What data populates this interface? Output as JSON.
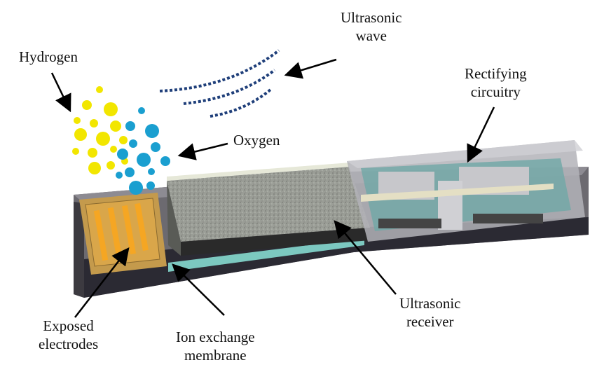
{
  "labels": {
    "hydrogen": "Hydrogen",
    "ultrasonic_wave_1": "Ultrasonic",
    "ultrasonic_wave_2": "wave",
    "rectifying_1": "Rectifying",
    "rectifying_2": "circuitry",
    "oxygen": "Oxygen",
    "exposed_1": "Exposed",
    "exposed_2": "electrodes",
    "ion_1": "Ion exchange",
    "ion_2": "membrane",
    "receiver_1": "Ultrasonic",
    "receiver_2": "receiver"
  },
  "colors": {
    "hydrogen": "#f2e600",
    "oxygen": "#1a9fd0",
    "wave": "#1f3f7a",
    "electrode": "#f5a623",
    "membrane": "#7cc8c0"
  }
}
